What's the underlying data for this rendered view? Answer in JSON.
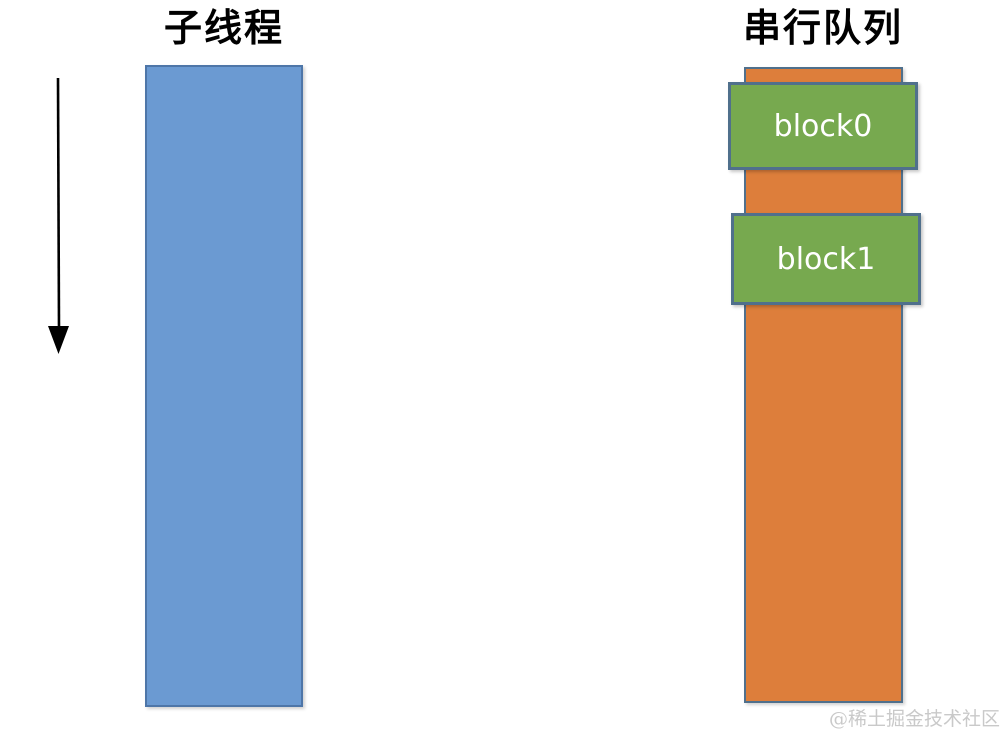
{
  "left_panel": {
    "title": "子线程"
  },
  "right_panel": {
    "title": "串行队列",
    "blocks": [
      {
        "label": "block0"
      },
      {
        "label": "block1"
      }
    ]
  },
  "watermark": "@稀土掘金技术社区",
  "icons": {
    "down_arrow": "downward-arrow"
  },
  "colors": {
    "thread_fill": "#6B9AD2",
    "thread_border": "#4E76A8",
    "queue_fill": "#DD7E3B",
    "queue_border": "#50708C",
    "block_fill": "#77A94F",
    "block_border": "#50708C",
    "block_text": "#FFFFFF",
    "arrow": "#000000",
    "watermark_text": "#C9C9C9"
  }
}
